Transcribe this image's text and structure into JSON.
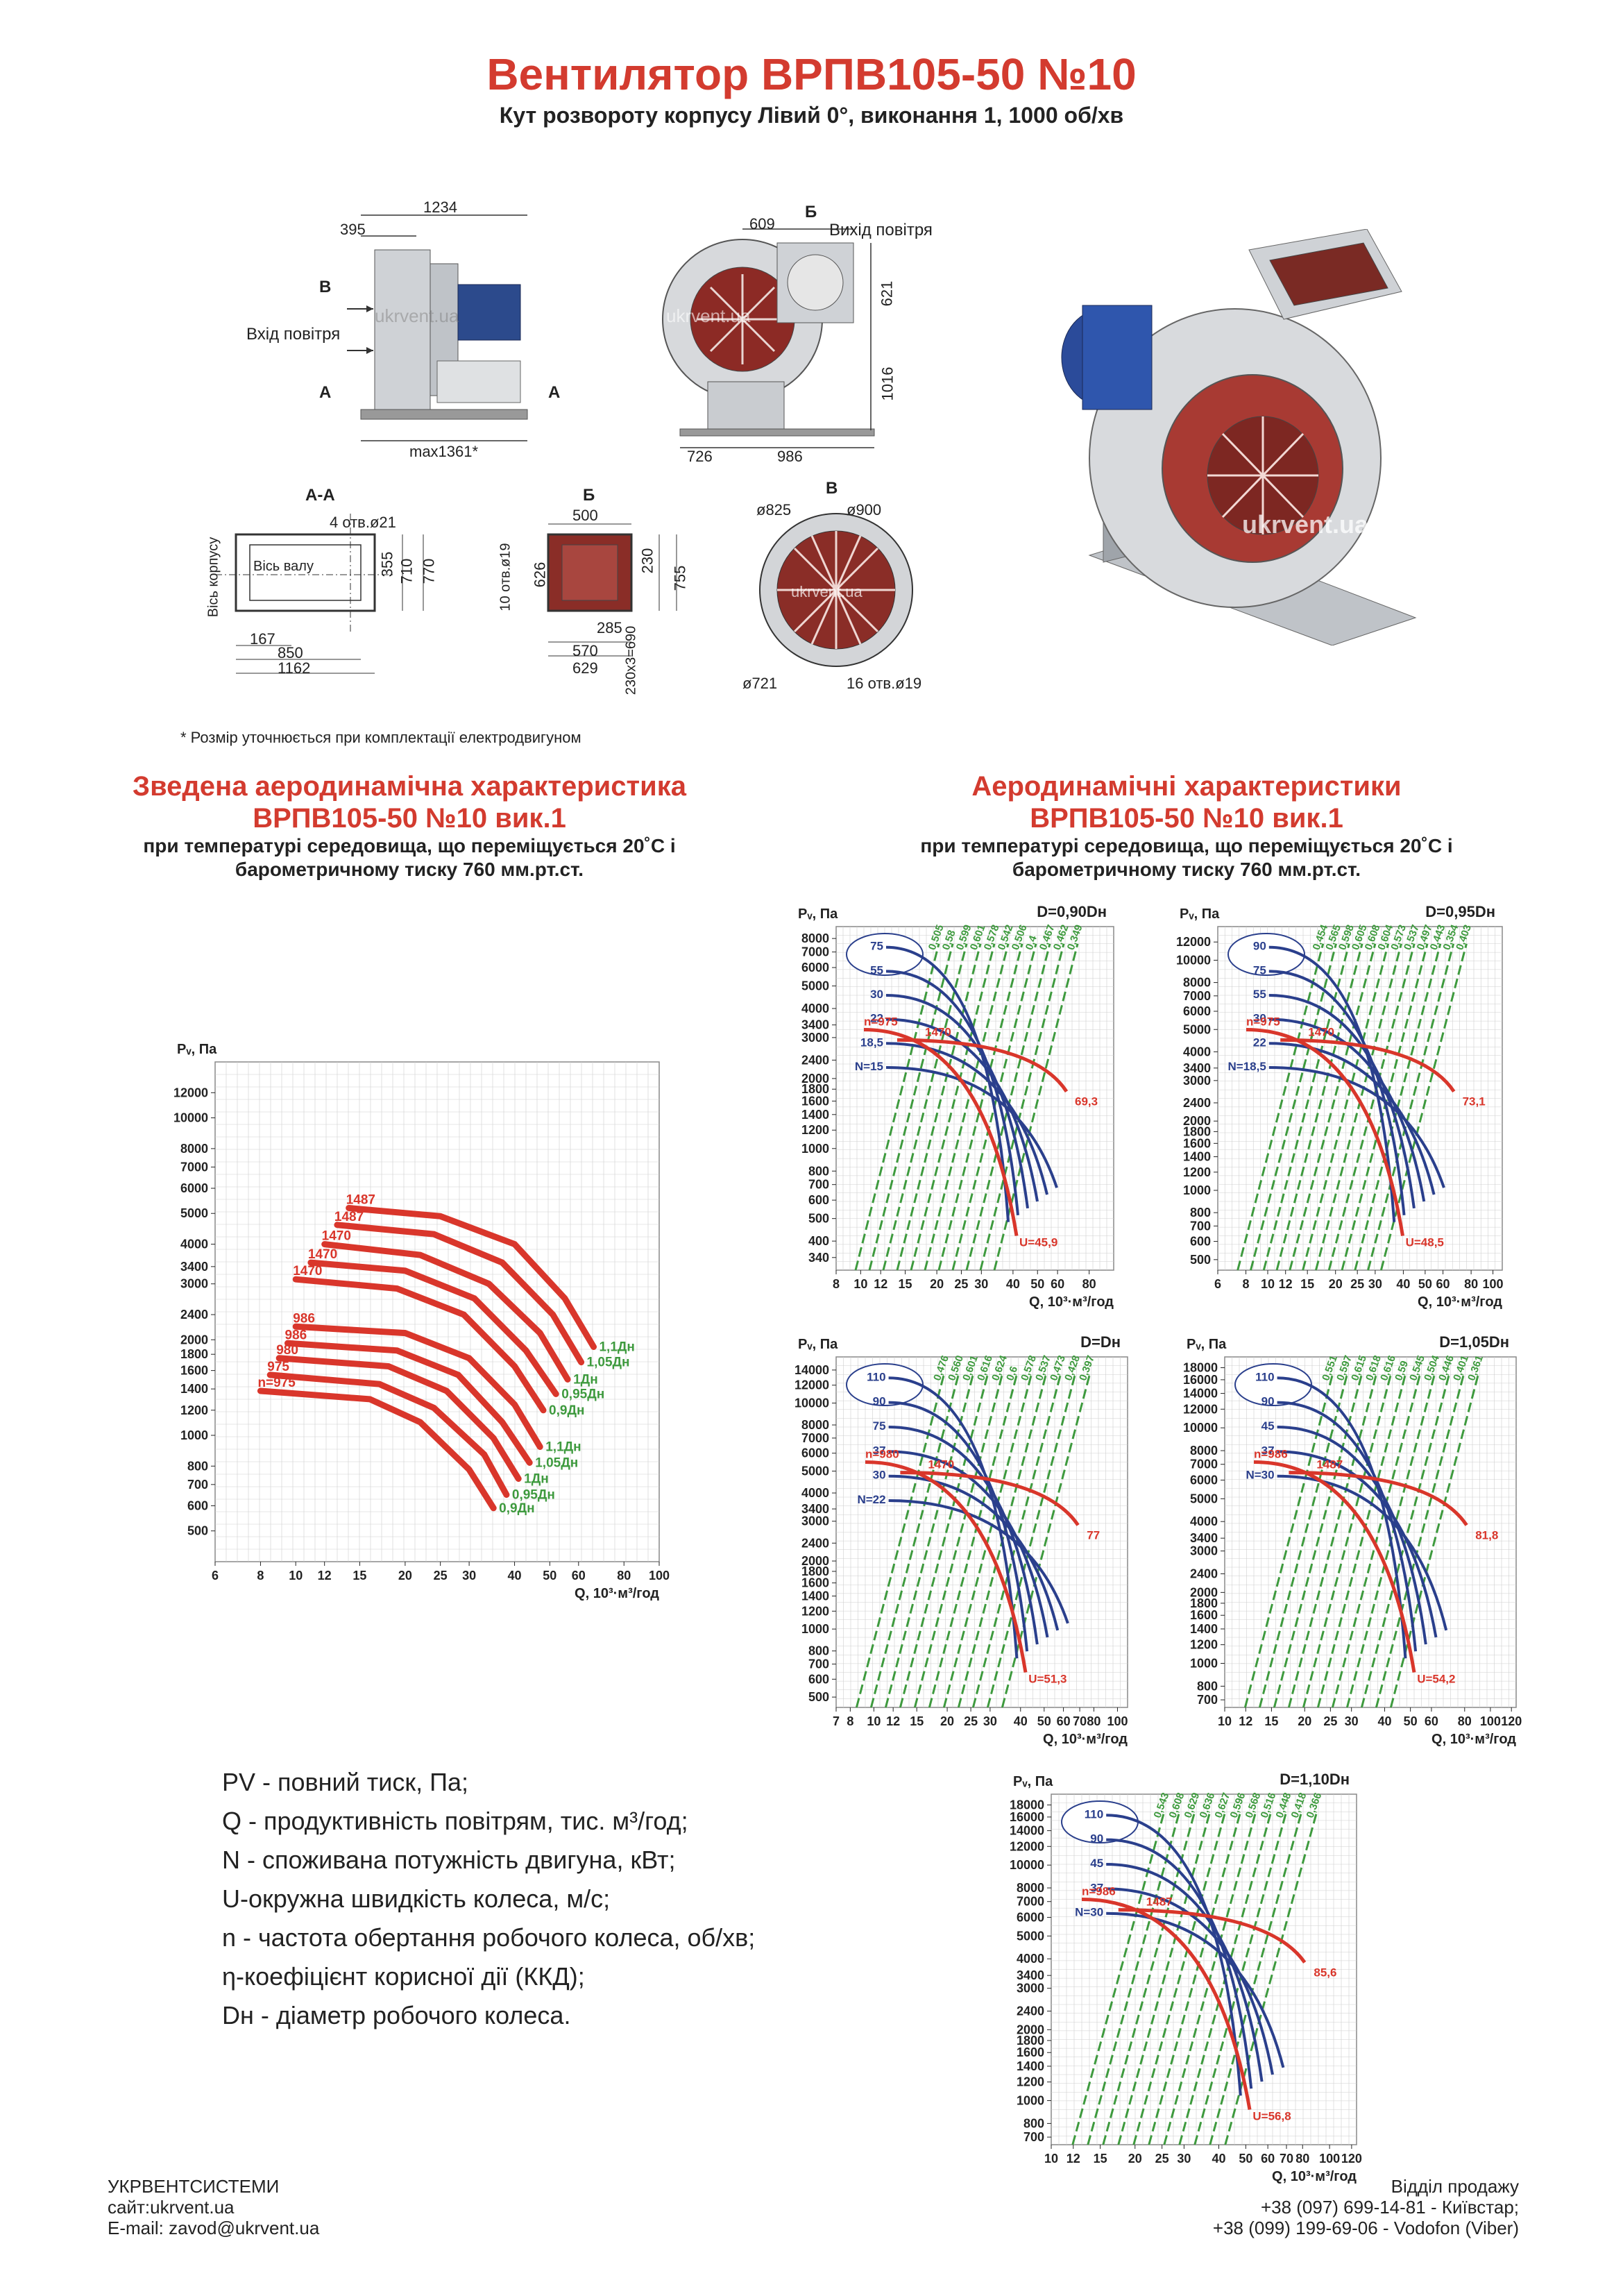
{
  "header": {
    "title": "Вентилятор ВРПВ105-50 №10",
    "subtitle": "Кут розвороту корпусу Лівий 0°, виконання 1, 1000 об/хв"
  },
  "drawings": {
    "side_view": {
      "dims": [
        "1234",
        "395",
        "max1361*"
      ],
      "labels": [
        "В",
        "Вхід повітря",
        "А",
        "А"
      ]
    },
    "front_view": {
      "dims": [
        "609",
        "621",
        "1016",
        "726",
        "986"
      ],
      "labels": [
        "Б",
        "Вихід повітря"
      ]
    },
    "section_aa": {
      "title": "А-А",
      "dims": [
        "4 отв.ø21",
        "355",
        "710",
        "770",
        "167",
        "850",
        "1162"
      ],
      "labels": [
        "Вісь корпусу",
        "Вісь валу"
      ]
    },
    "section_b": {
      "title": "Б",
      "dims": [
        "500",
        "10 отв.ø19",
        "626",
        "230",
        "755",
        "285",
        "570",
        "629",
        "230x3=690"
      ]
    },
    "section_v": {
      "title": "В",
      "dims": [
        "ø825",
        "ø900",
        "ø721",
        "16 отв.ø19"
      ]
    },
    "watermark": "ukrvent.ua",
    "footnote": "* Розмір уточнюється при комплектації електродвигуном"
  },
  "left_section": {
    "title_line1": "Зведена аеродинамічна характеристика",
    "title_line2": "ВРПВ105-50 №10 вик.1",
    "sub_line1": "при температурі середовища, що переміщується 20˚С і",
    "sub_line2": "барометричному тиску 760 мм.рт.ст."
  },
  "right_section": {
    "title_line1": "Аеродинамічні характеристики",
    "title_line2": "ВРПВ105-50 №10 вик.1",
    "sub_line1": "при температурі середовища, що переміщується 20˚С і",
    "sub_line2": "барометричному тиску 760 мм.рт.ст."
  },
  "chart_data": [
    {
      "type": "line",
      "id": "summary",
      "ylabel": "Pᵥ, Па",
      "xlabel": "Q, 10³·м³/год",
      "x_log": true,
      "y_log": true,
      "xlim": [
        6,
        100
      ],
      "ylim": [
        400,
        15000
      ],
      "x_ticks": [
        6,
        8,
        10,
        12,
        15,
        20,
        25,
        30,
        40,
        50,
        60,
        80,
        100
      ],
      "y_ticks": [
        500,
        600,
        700,
        800,
        1000,
        1200,
        1400,
        1600,
        1800,
        2000,
        2400,
        3000,
        3400,
        4000,
        5000,
        6000,
        7000,
        8000,
        10000,
        12000
      ],
      "series": [
        {
          "name": "1487",
          "group": "n1",
          "label_end": "1,1Дн",
          "points": [
            [
              14,
              5200
            ],
            [
              25,
              4900
            ],
            [
              40,
              4000
            ],
            [
              55,
              2700
            ],
            [
              66,
              1900
            ]
          ]
        },
        {
          "name": "1487",
          "group": "n1",
          "label_end": "1,05Дн",
          "points": [
            [
              13,
              4600
            ],
            [
              24,
              4300
            ],
            [
              37,
              3500
            ],
            [
              51,
              2400
            ],
            [
              61,
              1700
            ]
          ]
        },
        {
          "name": "1470",
          "group": "n1",
          "label_end": "1Дн",
          "points": [
            [
              12,
              4000
            ],
            [
              22,
              3700
            ],
            [
              34,
              3000
            ],
            [
              47,
              2100
            ],
            [
              56,
              1500
            ]
          ]
        },
        {
          "name": "1470",
          "group": "n1",
          "label_end": "0,95Дн",
          "points": [
            [
              11,
              3500
            ],
            [
              20,
              3300
            ],
            [
              31,
              2700
            ],
            [
              43,
              1850
            ],
            [
              52,
              1350
            ]
          ]
        },
        {
          "name": "1470",
          "group": "n1",
          "label_end": "0,9Дн",
          "points": [
            [
              10,
              3100
            ],
            [
              19,
              2900
            ],
            [
              29,
              2400
            ],
            [
              40,
              1650
            ],
            [
              48,
              1200
            ]
          ]
        },
        {
          "name": "986",
          "group": "n2",
          "label_end": "1,1Дн",
          "points": [
            [
              10,
              2200
            ],
            [
              20,
              2100
            ],
            [
              30,
              1750
            ],
            [
              40,
              1250
            ],
            [
              47,
              920
            ]
          ]
        },
        {
          "name": "986",
          "group": "n2",
          "label_end": "1,05Дн",
          "points": [
            [
              9.5,
              1950
            ],
            [
              19,
              1850
            ],
            [
              28,
              1550
            ],
            [
              37,
              1100
            ],
            [
              44,
              820
            ]
          ]
        },
        {
          "name": "980",
          "group": "n2",
          "label_end": "1Дн",
          "points": [
            [
              9,
              1750
            ],
            [
              18,
              1650
            ],
            [
              26,
              1380
            ],
            [
              35,
              980
            ],
            [
              41,
              730
            ]
          ]
        },
        {
          "name": "975",
          "group": "n2",
          "label_end": "0,95Дн",
          "points": [
            [
              8.5,
              1550
            ],
            [
              17,
              1450
            ],
            [
              24,
              1220
            ],
            [
              33,
              870
            ],
            [
              38,
              650
            ]
          ]
        },
        {
          "name": "n=975",
          "group": "n2",
          "label_end": "0,9Дн",
          "points": [
            [
              8,
              1380
            ],
            [
              16,
              1300
            ],
            [
              22,
              1100
            ],
            [
              30,
              780
            ],
            [
              35,
              590
            ]
          ]
        }
      ]
    },
    {
      "type": "line",
      "id": "d090",
      "title": "D=0,90Dн",
      "ylabel": "Pᵥ, Па",
      "xlabel": "Q, 10³·м³/год",
      "x_ticks": [
        8,
        10,
        12,
        15,
        20,
        25,
        30,
        40,
        50,
        60,
        80
      ],
      "y_ticks": [
        340,
        400,
        500,
        600,
        700,
        800,
        1000,
        1200,
        1400,
        1600,
        1800,
        2000,
        2400,
        3000,
        3400,
        4000,
        5000,
        6000,
        7000,
        8000
      ],
      "xlim": [
        8,
        100
      ],
      "ylim": [
        300,
        9000
      ],
      "power_labels": [
        "75",
        "55",
        "30",
        "22",
        "18,5",
        "N=15"
      ],
      "eff_labels": [
        "0,505",
        "0,58",
        "0,599",
        "0,601",
        "0,578",
        "0,542",
        "0,506",
        "0,4",
        "0,467",
        "0,462",
        "0,349"
      ],
      "speed_labels": [
        "1470",
        "n=975"
      ],
      "u_labels": [
        "69,3",
        "U=45,9"
      ]
    },
    {
      "type": "line",
      "id": "d095",
      "title": "D=0,95Dн",
      "ylabel": "Pᵥ, Па",
      "xlabel": "Q, 10³·м³/год",
      "x_ticks": [
        6,
        8,
        10,
        12,
        15,
        20,
        25,
        30,
        40,
        50,
        60,
        80,
        100
      ],
      "y_ticks": [
        500,
        600,
        700,
        800,
        1000,
        1200,
        1400,
        1600,
        1800,
        2000,
        2400,
        3000,
        3400,
        4000,
        5000,
        6000,
        7000,
        8000,
        10000,
        12000
      ],
      "xlim": [
        6,
        110
      ],
      "ylim": [
        450,
        14000
      ],
      "power_labels": [
        "90",
        "75",
        "55",
        "30",
        "22",
        "N=18,5"
      ],
      "eff_labels": [
        "0,454",
        "0,565",
        "0,598",
        "0,605",
        "0,608",
        "0,604",
        "0,573",
        "0,537",
        "0,497",
        "0,443",
        "0,354",
        "0,403"
      ],
      "speed_labels": [
        "1470",
        "n=975"
      ],
      "u_labels": [
        "73,1",
        "U=48,5"
      ]
    },
    {
      "type": "line",
      "id": "d100",
      "title": "D=Dн",
      "ylabel": "Pᵥ, Па",
      "xlabel": "Q, 10³·м³/год",
      "x_ticks": [
        7,
        8,
        10,
        12,
        15,
        20,
        25,
        30,
        40,
        50,
        60,
        70,
        80,
        100
      ],
      "y_ticks": [
        500,
        600,
        700,
        800,
        1000,
        1200,
        1400,
        1600,
        1800,
        2000,
        2400,
        3000,
        3400,
        4000,
        5000,
        6000,
        7000,
        8000,
        10000,
        12000,
        14000
      ],
      "xlim": [
        7,
        110
      ],
      "ylim": [
        450,
        16000
      ],
      "power_labels": [
        "110",
        "90",
        "75",
        "37",
        "30",
        "N=22"
      ],
      "eff_labels": [
        "0,476",
        "0,560",
        "0,601",
        "0,616",
        "0,624",
        "0,6",
        "0,578",
        "0,537",
        "0,473",
        "0,428",
        "0,397"
      ],
      "speed_labels": [
        "1470",
        "n=980"
      ],
      "u_labels": [
        "77",
        "U=51,3"
      ]
    },
    {
      "type": "line",
      "id": "d105",
      "title": "D=1,05Dн",
      "ylabel": "Pᵥ, Па",
      "xlabel": "Q, 10³·м³/год",
      "x_ticks": [
        10,
        12,
        15,
        20,
        25,
        30,
        40,
        50,
        60,
        80,
        100,
        120
      ],
      "y_ticks": [
        700,
        800,
        1000,
        1200,
        1400,
        1600,
        1800,
        2000,
        2400,
        3000,
        3400,
        4000,
        5000,
        6000,
        7000,
        8000,
        10000,
        12000,
        14000,
        16000,
        18000
      ],
      "xlim": [
        10,
        125
      ],
      "ylim": [
        650,
        20000
      ],
      "power_labels": [
        "110",
        "90",
        "45",
        "37",
        "N=30"
      ],
      "eff_labels": [
        "0,551",
        "0,597",
        "0,615",
        "0,618",
        "0,616",
        "0,59",
        "0,545",
        "0,504",
        "0,446",
        "0,401",
        "0,361"
      ],
      "speed_labels": [
        "1487",
        "n=986"
      ],
      "u_labels": [
        "81,8",
        "U=54,2"
      ]
    },
    {
      "type": "line",
      "id": "d110",
      "title": "D=1,10Dн",
      "ylabel": "Pᵥ, Па",
      "xlabel": "Q, 10³·м³/год",
      "x_ticks": [
        10,
        12,
        15,
        20,
        25,
        30,
        40,
        50,
        60,
        70,
        80,
        100,
        120
      ],
      "y_ticks": [
        700,
        800,
        1000,
        1200,
        1400,
        1600,
        1800,
        2000,
        2400,
        3000,
        3400,
        4000,
        5000,
        6000,
        7000,
        8000,
        10000,
        12000,
        14000,
        16000,
        18000
      ],
      "xlim": [
        10,
        125
      ],
      "ylim": [
        650,
        20000
      ],
      "power_labels": [
        "110",
        "90",
        "45",
        "37",
        "N=30"
      ],
      "eff_labels": [
        "0,543",
        "0,608",
        "0,629",
        "0,636",
        "0,627",
        "0,596",
        "0,568",
        "0,516",
        "0,448",
        "0,418",
        "0,366"
      ],
      "speed_labels": [
        "1487",
        "n=986"
      ],
      "u_labels": [
        "85,6",
        "U=56,8"
      ]
    }
  ],
  "legend": [
    "PV - повний тиск, Па;",
    "Q - продуктивність повітрям, тис. м³/год;",
    "N - споживана потужність двигуна, кВт;",
    "U-окружна швидкість колеса, м/с;",
    "n - частота обертання робочого колеса, об/хв;",
    "η-коефіцієнт корисної дії (ККД);",
    "Dн - діаметр робочого колеса."
  ],
  "footer": {
    "company": "УКРВЕНТСИСТЕМИ",
    "site": "сайт:ukrvent.ua",
    "email": "E-mail: zavod@ukrvent.ua",
    "sales_title": "Відділ продажу",
    "phone1": "+38 (097) 699-14-81 - Київстар;",
    "phone2": "+38 (099) 199-69-06 - Vodofon (Viber)"
  },
  "colors": {
    "title_red": "#d33b2f",
    "curve_red": "#d9362b",
    "curve_blue": "#2a3f8c",
    "curve_green": "#3e9a3e",
    "grid": "#cfcfcf"
  }
}
